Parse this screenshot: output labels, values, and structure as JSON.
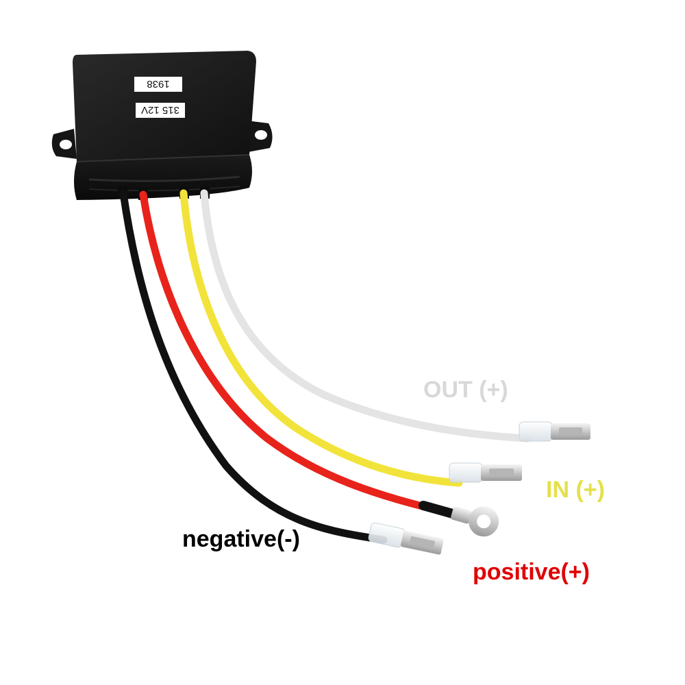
{
  "module": {
    "sticker_top": "1938",
    "sticker_bottom": "315 12V"
  },
  "wires": [
    {
      "id": "black",
      "label": "negative(-)",
      "color": "#111111",
      "label_color": "#000000"
    },
    {
      "id": "red",
      "label": "positive(+)",
      "color": "#e8231b",
      "label_color": "#e00000"
    },
    {
      "id": "yellow",
      "label": "IN (+)",
      "color": "#f2e33a",
      "label_color": "#e5e04a"
    },
    {
      "id": "white",
      "label": "OUT (+)",
      "color": "#e4e4e4",
      "label_color": "#d8d8d8"
    }
  ],
  "colors": {
    "module_body": "#151515",
    "terminal_metal": "#d9d9d9",
    "insulator": "#eef3f6"
  }
}
